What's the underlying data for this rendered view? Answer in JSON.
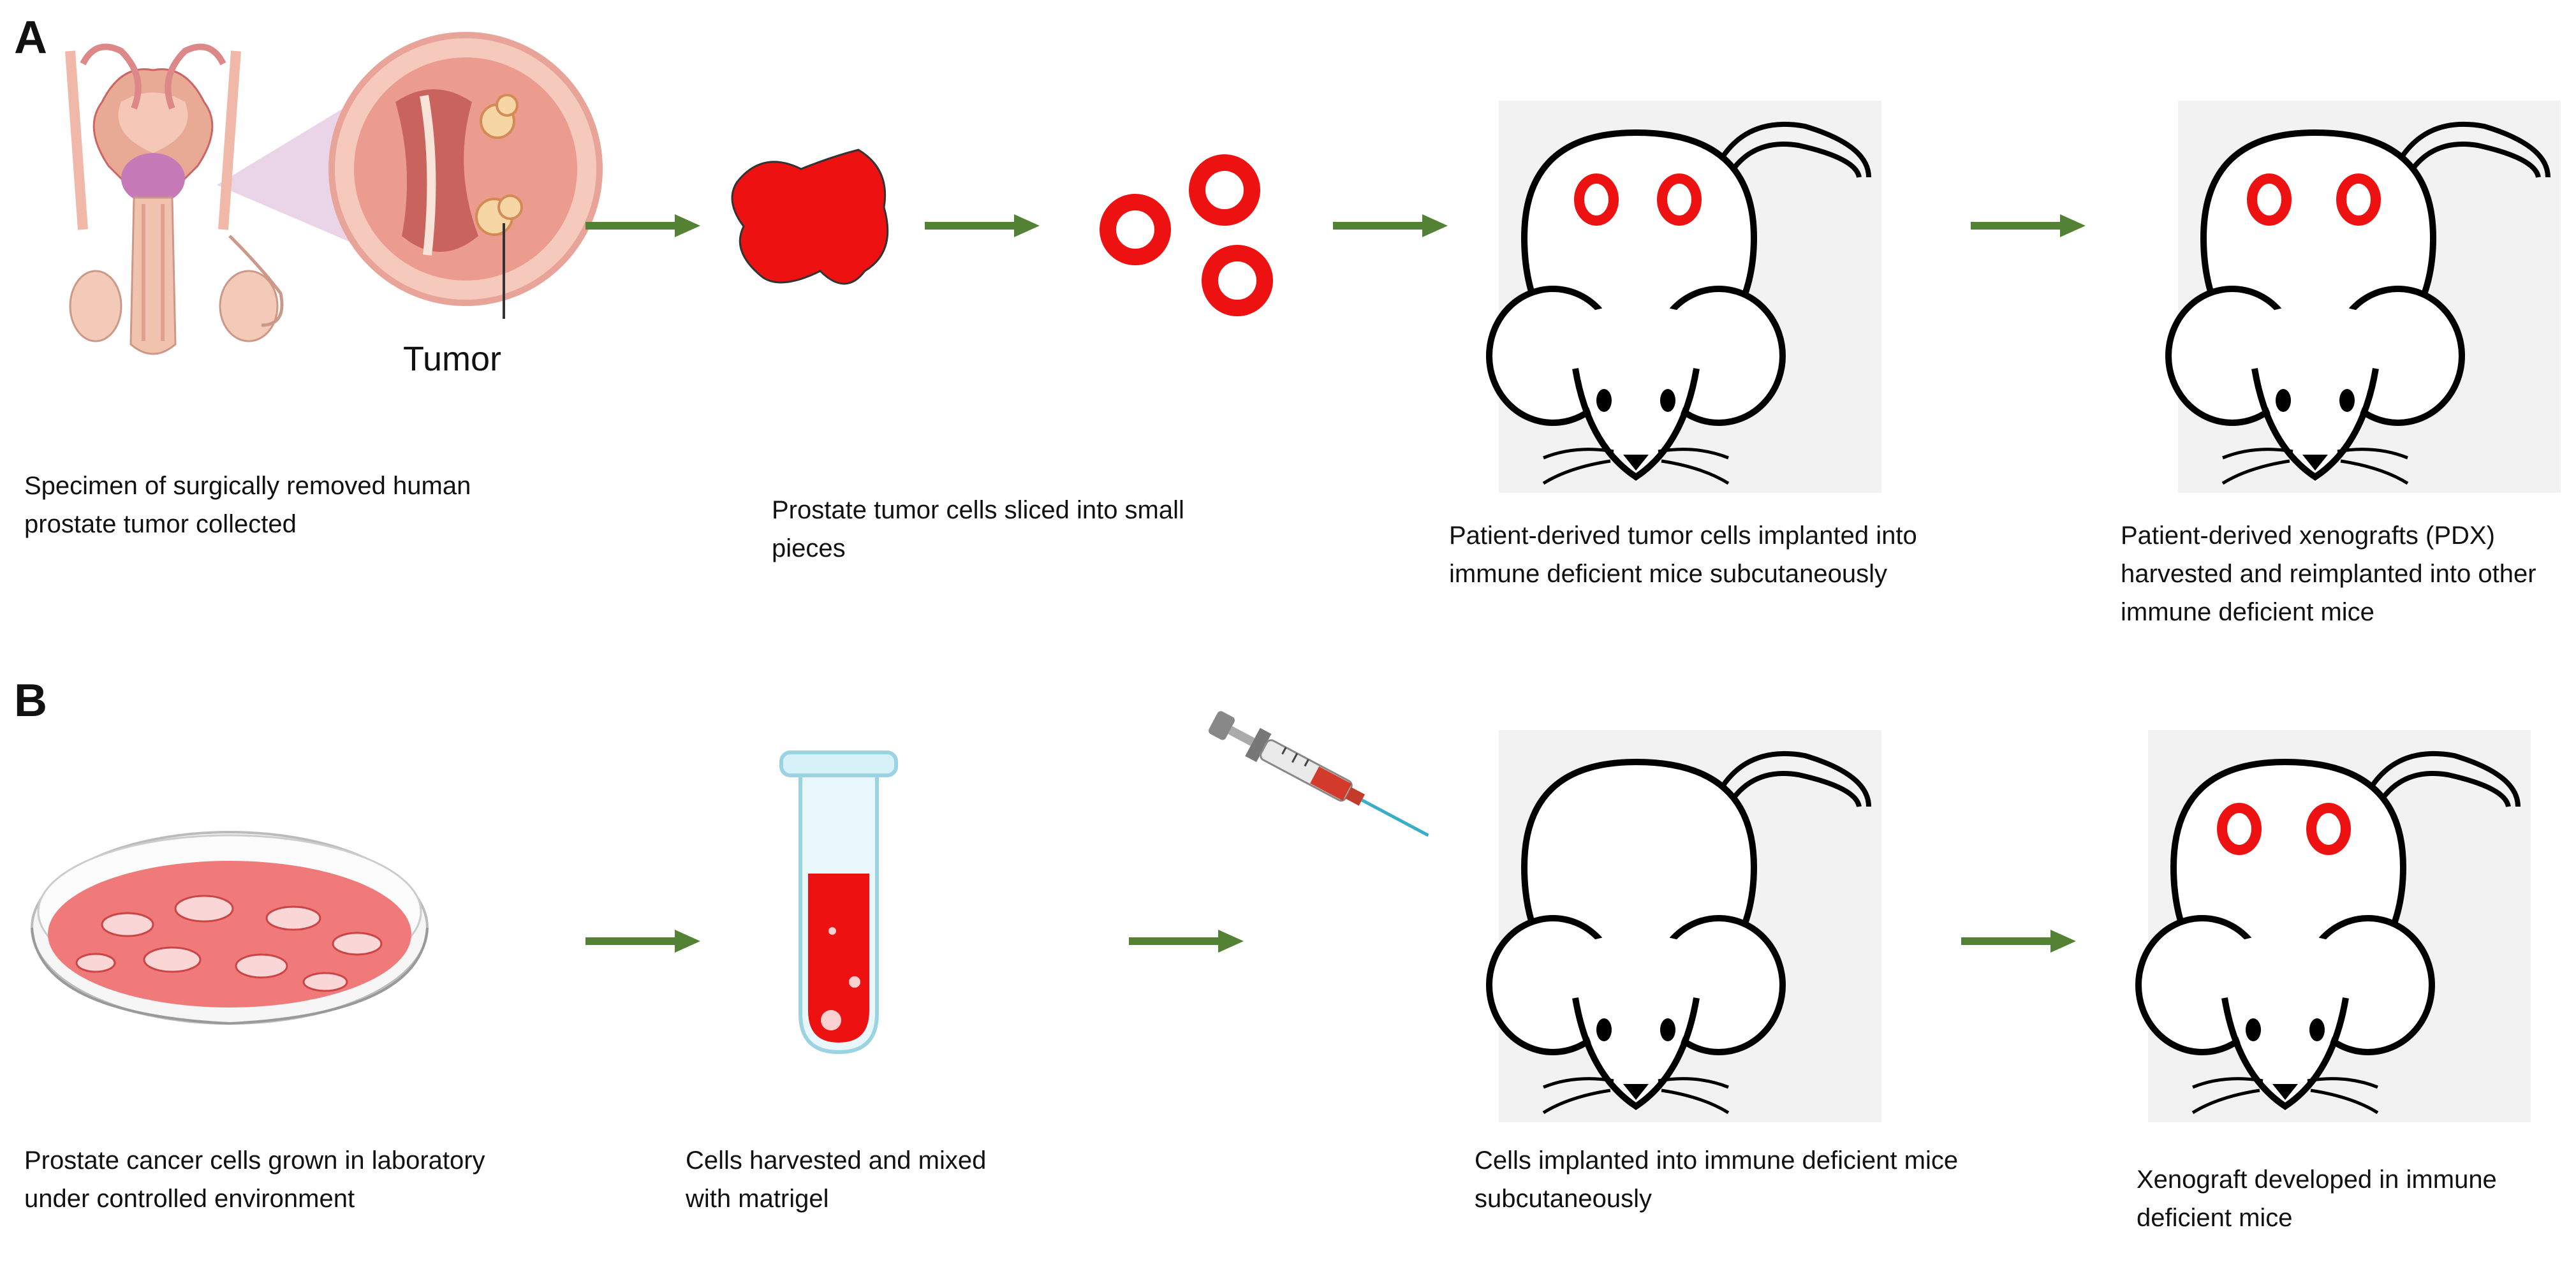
{
  "panel_a": {
    "label": "A",
    "tumor_label": "Tumor",
    "captions": [
      "Specimen of surgically removed human prostate tumor collected",
      "Prostate tumor cells sliced into small pieces",
      "Patient-derived tumor cells implanted into immune deficient mice subcutaneously",
      "Patient-derived xenografts (PDX) harvested and reimplanted into other immune deficient mice"
    ]
  },
  "panel_b": {
    "label": "B",
    "captions": [
      "Prostate cancer cells grown in laboratory under controlled environment",
      "Cells harvested and mixed with matrigel",
      "Cells implanted into immune deficient mice subcutaneously",
      "Xenograft developed in immune deficient mice"
    ]
  },
  "colors": {
    "arrow": "#548235",
    "tumor_red": "#ee1111",
    "dish_pink": "#f07a7a",
    "mouse_bg": "#f2f2f2"
  }
}
